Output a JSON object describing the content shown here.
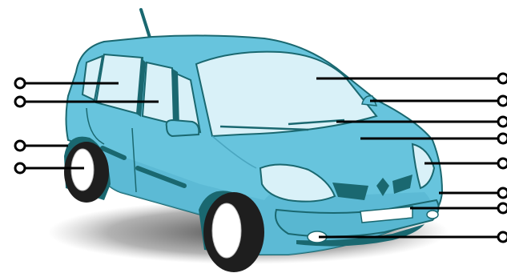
{
  "diagram": {
    "colors": {
      "body": "#67c4dd",
      "body_dark": "#4aa6c0",
      "glass": "#d9f1f8",
      "trim": "#1a6870",
      "tire": "#1e1e1e",
      "shadow": "#3a3a3a",
      "callout": "#000000"
    },
    "left_callouts": [
      "rear-side-window",
      "rear-door",
      "rear-bumper",
      "rear-wheel"
    ],
    "right_callouts": [
      "windshield",
      "side-mirror",
      "wiper",
      "hood",
      "headlight",
      "front-bumper",
      "license-plate",
      "fog-light"
    ]
  }
}
